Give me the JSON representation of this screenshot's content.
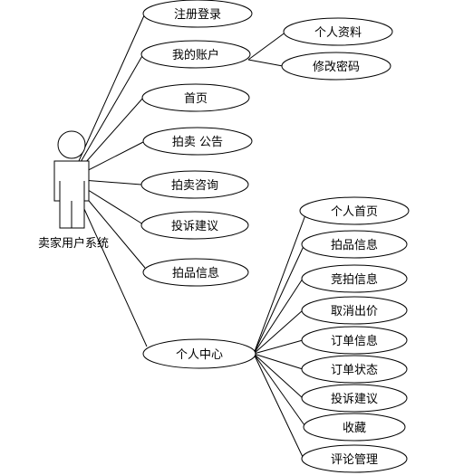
{
  "actor": {
    "label": "卖家用户系统"
  },
  "nodes": {
    "register": "注册登录",
    "account": "我的账户",
    "profile": "个人资料",
    "change_password": "修改密码",
    "home": "首页",
    "auction_notice": "拍卖 公告",
    "auction_consult": "拍卖咨询",
    "complaint": "投诉建议",
    "item_info": "拍品信息",
    "personal_center": "个人中心"
  },
  "personal_center_items": [
    "个人首页",
    "拍品信息",
    "竞拍信息",
    "取消出价",
    "订单信息",
    "订单状态",
    "投诉建议",
    "收藏",
    "评论管理"
  ]
}
